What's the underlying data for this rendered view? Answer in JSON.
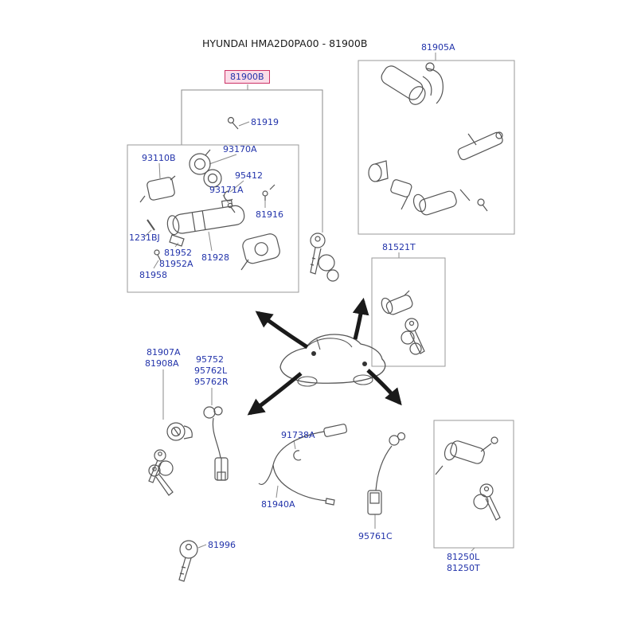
{
  "title": "HYUNDAI HMA2D0PA00 - 81900B",
  "colors": {
    "label_color": "#2233aa",
    "highlight_bg": "#fbdce8",
    "highlight_border": "#cc3366",
    "line_color": "#555555"
  },
  "labels": {
    "p81905A": "81905A",
    "p81900B": "81900B",
    "p81919": "81919",
    "p93170A": "93170A",
    "p93110B": "93110B",
    "p95412": "95412",
    "p93171A": "93171A",
    "p81916": "81916",
    "p1231BJ": "1231BJ",
    "p81952": "81952",
    "p81952A": "81952A",
    "p81928": "81928",
    "p81958": "81958",
    "p81521T": "81521T",
    "p81907A": "81907A",
    "p81908A": "81908A",
    "p95752": "95752",
    "p95762L": "95762L",
    "p95762R": "95762R",
    "p91738A": "91738A",
    "p81940A": "81940A",
    "p95761C": "95761C",
    "p81996": "81996",
    "p81250L": "81250L",
    "p81250T": "81250T"
  }
}
